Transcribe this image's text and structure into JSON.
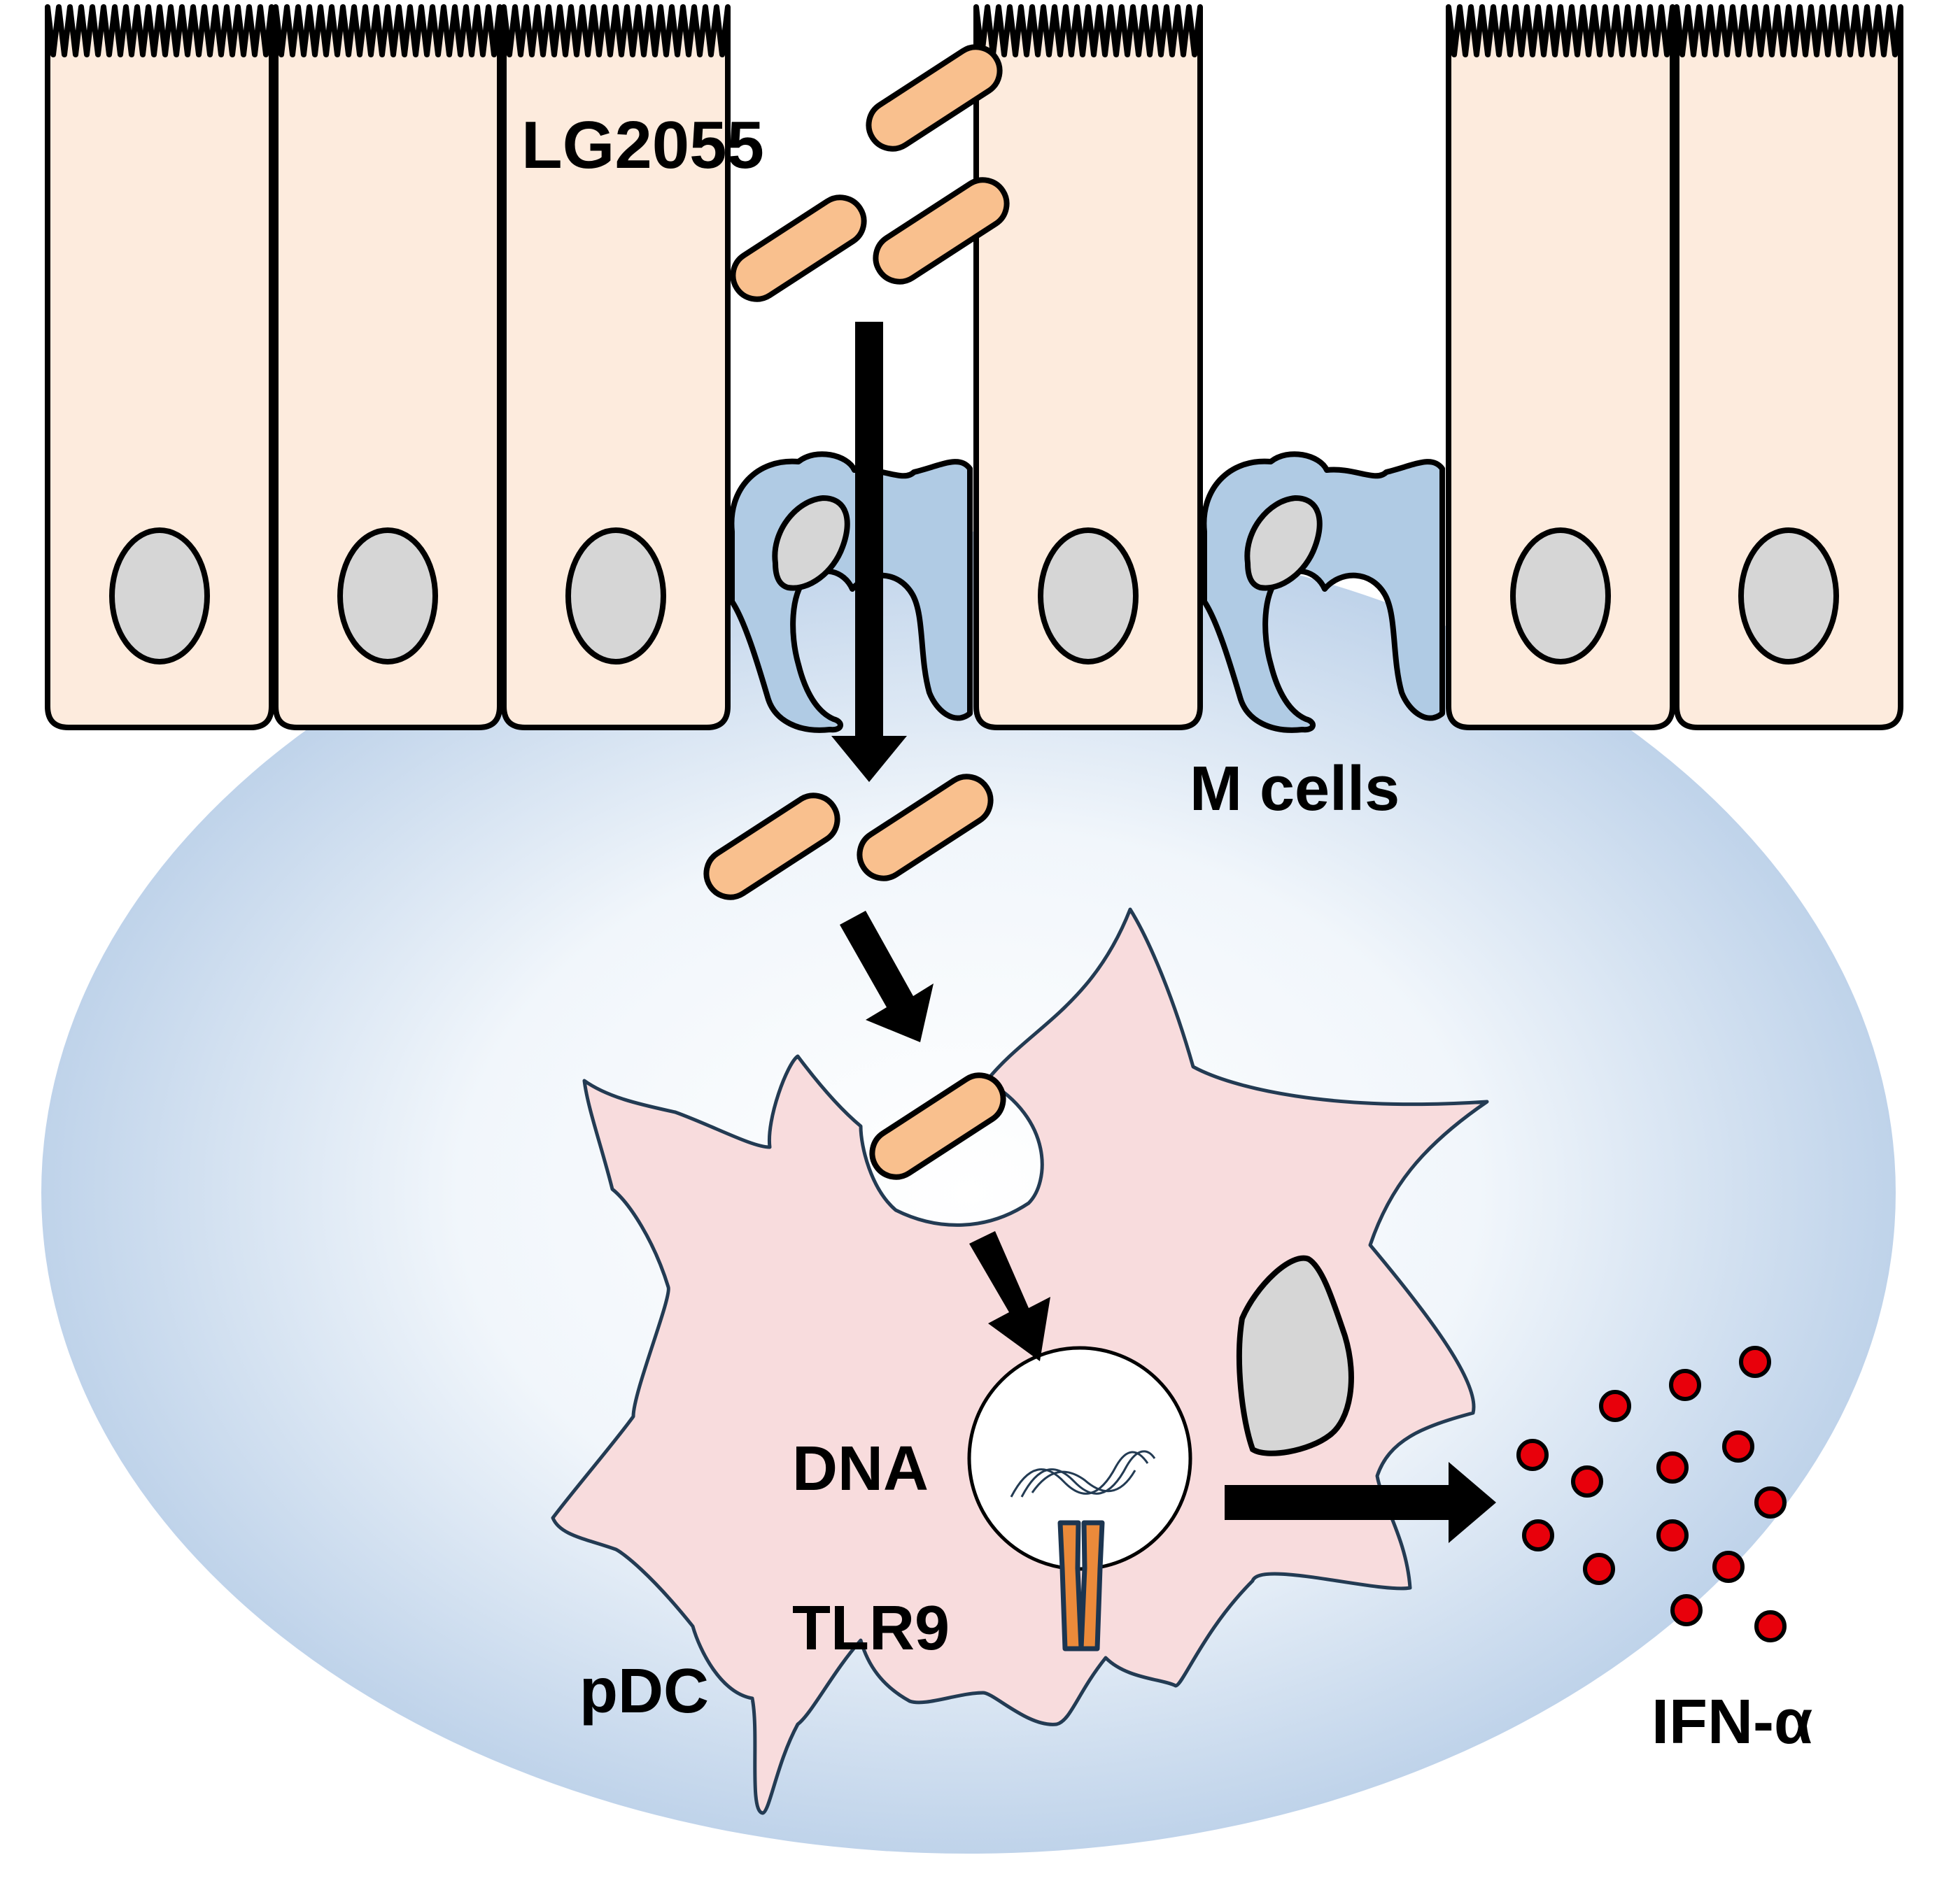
{
  "labels": {
    "bacteria": "LG2055",
    "m_cells": "M cells",
    "dna": "DNA",
    "tlr9": "TLR9",
    "pdc": "pDC",
    "ifn": "IFN-α"
  },
  "colors": {
    "bacterium_fill": "#F9C08E",
    "epithelial_fill": "#FDEBDD",
    "nucleus_fill": "#D6D6D6",
    "m_cell_fill": "#B0CBE4",
    "pdc_fill": "#F8DCDD",
    "pdc_outline": "#233B53",
    "dome_center": "#FFFFFF",
    "dome_edge": "#BFD3EA",
    "ifn_dot": "#E8000B",
    "tlr9_fill": "#EB8A3A"
  }
}
